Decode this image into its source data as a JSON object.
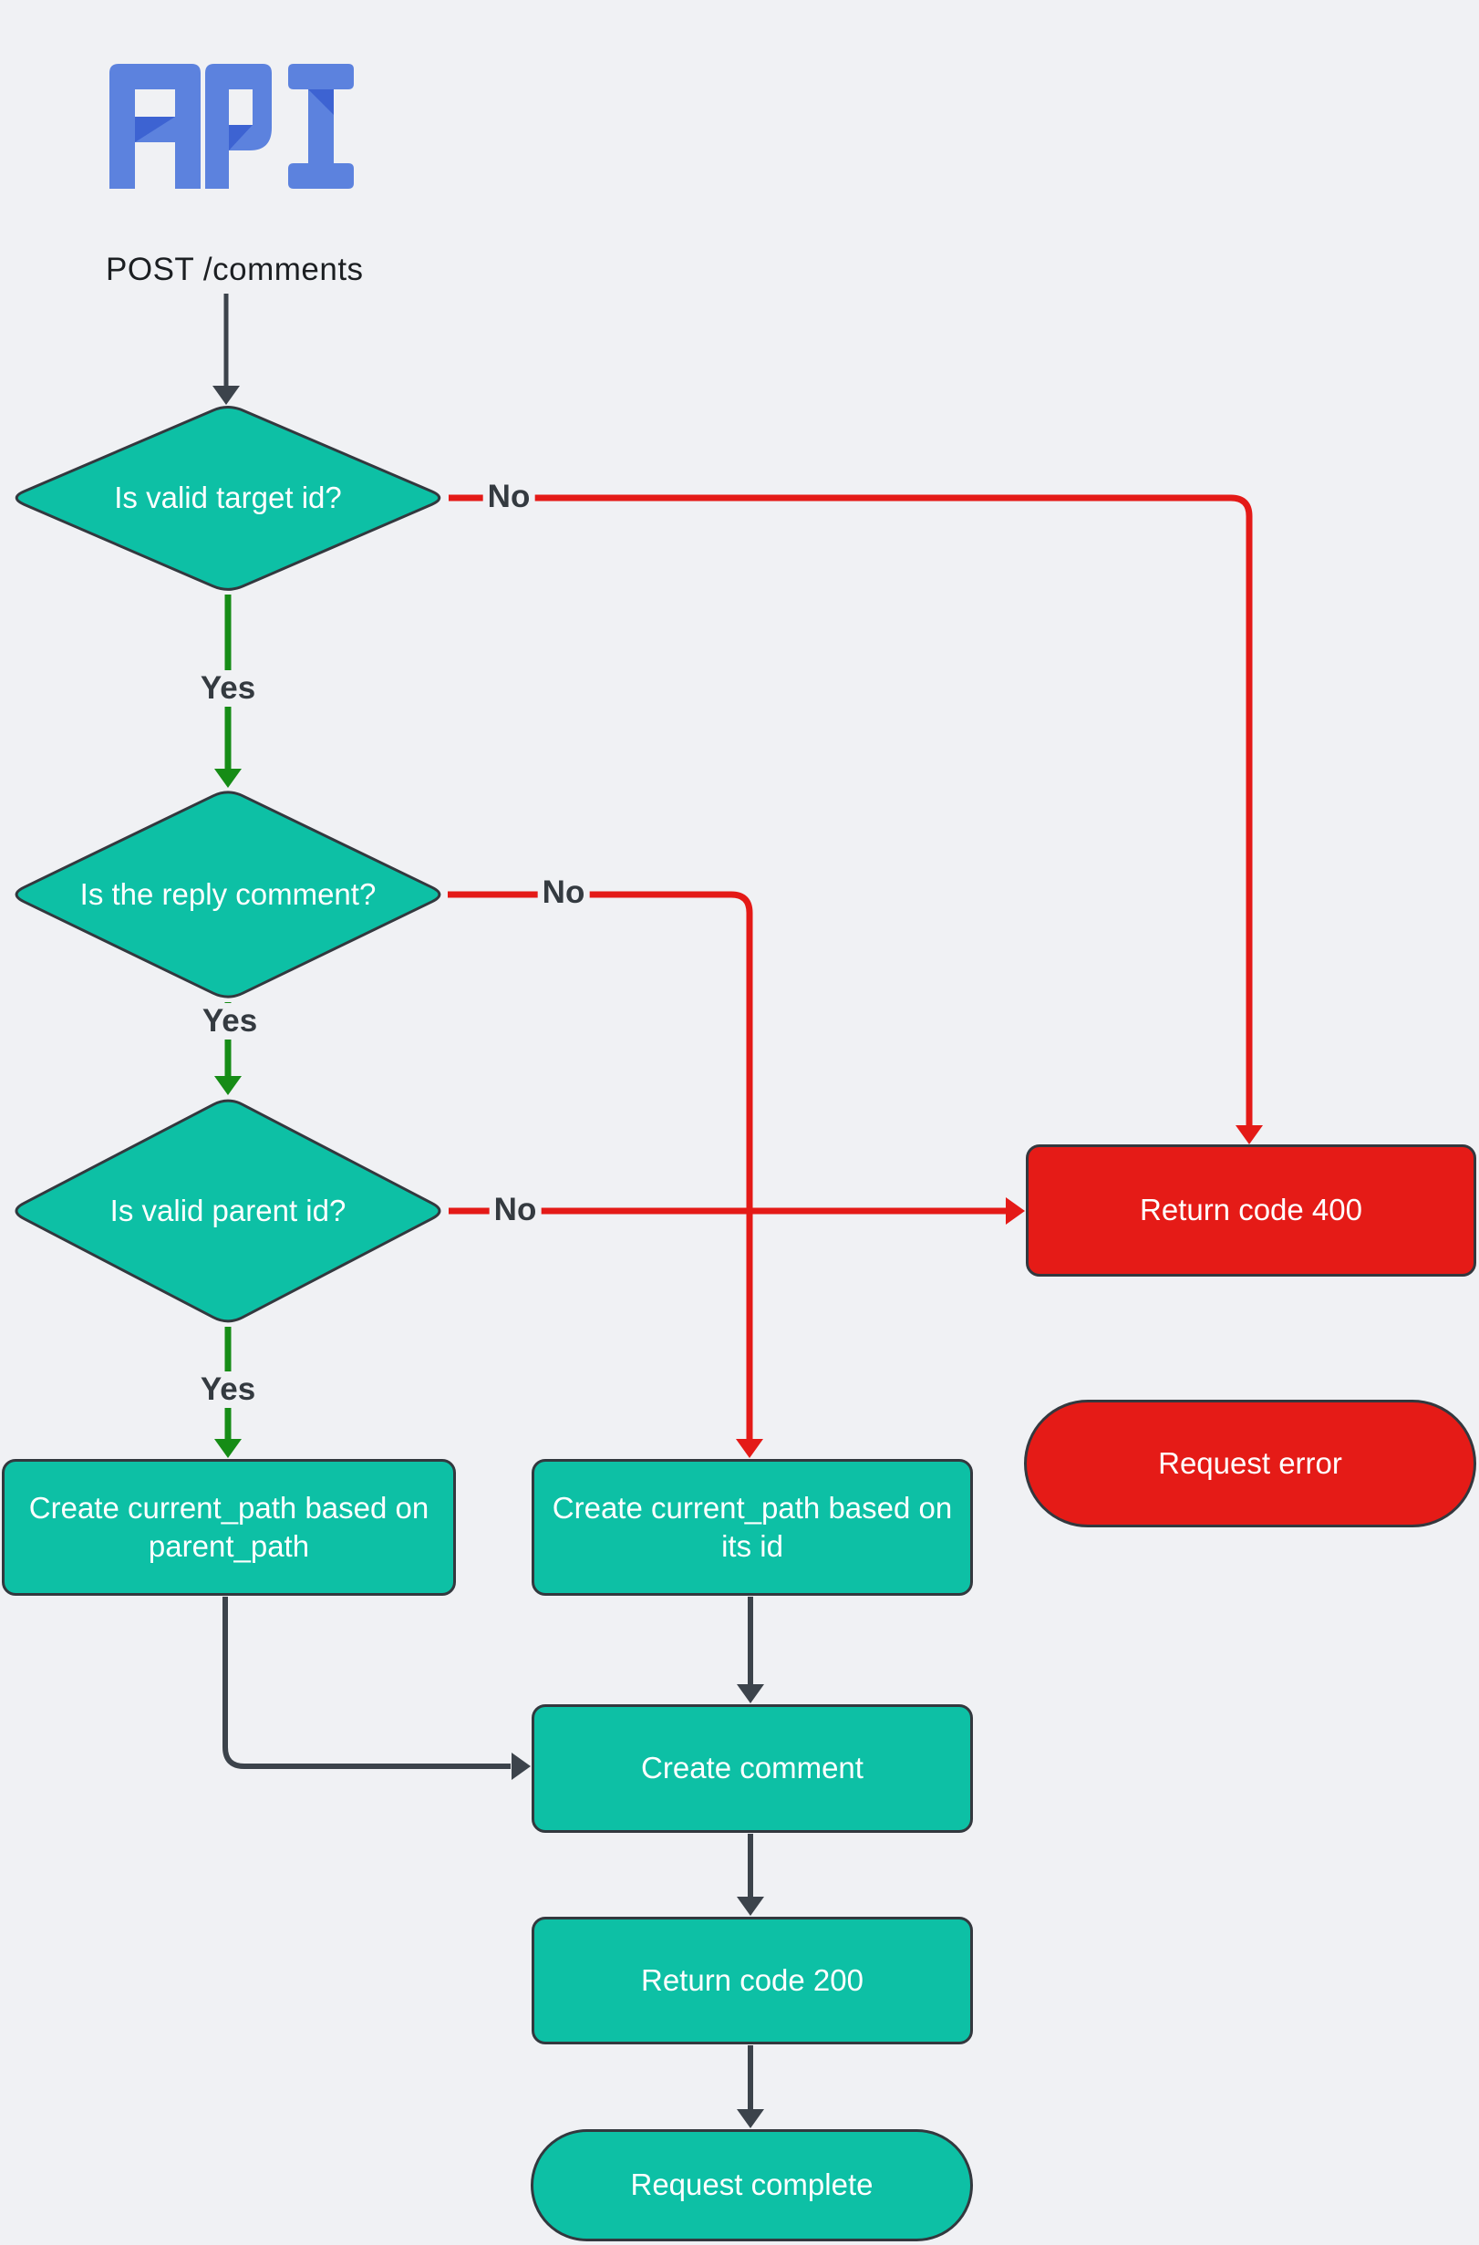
{
  "logo": {
    "text": "API"
  },
  "start": {
    "label": "POST /comments"
  },
  "decisions": {
    "valid_target": "Is valid target id?",
    "reply_comment": "Is the reply comment?",
    "valid_parent": "Is valid parent id?"
  },
  "processes": {
    "path_from_parent": "Create current_path based on parent_path",
    "path_from_id": "Create current_path based on its id",
    "create_comment": "Create comment",
    "return_200": "Return code 200",
    "return_400": "Return code 400"
  },
  "terminals": {
    "request_error": "Request error",
    "request_complete": "Request complete"
  },
  "edge_labels": {
    "d1_yes": "Yes",
    "d1_no": "No",
    "d2_yes": "Yes",
    "d2_no": "No",
    "d3_yes": "Yes",
    "d3_no": "No"
  },
  "colors": {
    "background": "#f0f1f4",
    "node_fill": "#0dc0a5",
    "node_border": "#33383e",
    "error_fill": "#e51b17",
    "yes_edge": "#168c16",
    "no_edge": "#e41a17",
    "neutral_edge": "#3c434b",
    "logo_main": "#5c82de",
    "logo_accent": "#3d63d2"
  }
}
